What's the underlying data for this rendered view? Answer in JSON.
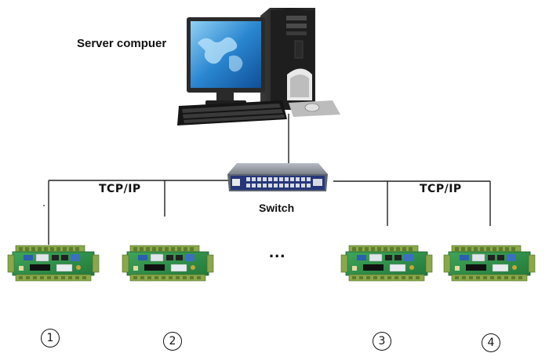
{
  "labels": {
    "server": "Server compuer",
    "tcp_left": "TCP/IP",
    "tcp_right": "TCP/IP",
    "switch": "Switch",
    "ellipsis": "..."
  },
  "controllers": [
    {
      "number": "1"
    },
    {
      "number": "2"
    },
    {
      "number": "3"
    },
    {
      "number": "4"
    }
  ],
  "colors": {
    "line": "#222222",
    "board": "#2f8f4a",
    "terminal": "#7a9a3a",
    "switch_body": "#8a8f98",
    "switch_front": "#2a3a78",
    "monitor_screen": "#1f78c8"
  },
  "icons": {
    "server": "desktop-computer-icon",
    "switch": "network-switch-icon",
    "controller": "access-controller-board-icon"
  }
}
